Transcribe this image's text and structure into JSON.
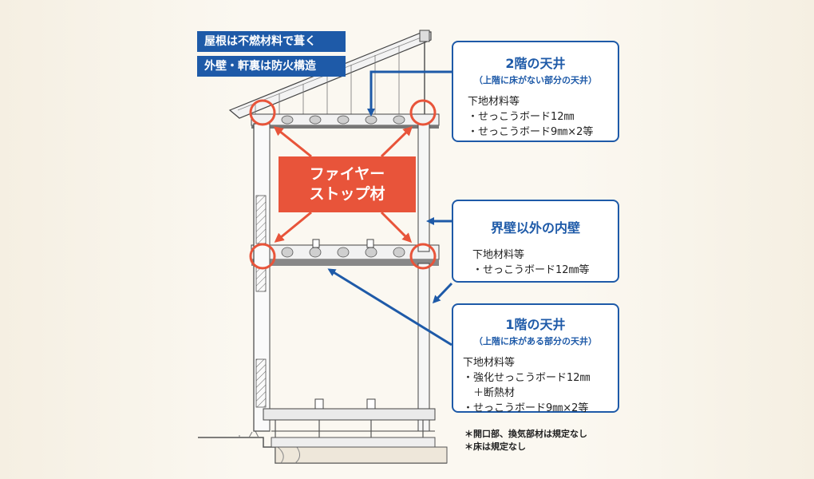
{
  "labels": {
    "roof": "屋根は不燃材料で葺く",
    "exterior": "外壁・軒裏は防火構造",
    "fire_stop": [
      "ファイヤー",
      "ストップ材"
    ]
  },
  "callouts": {
    "ceiling_2f": {
      "title": "2階の天井",
      "subtitle": "（上階に床がない部分の天井）",
      "lines": [
        "下地材料等",
        "・せっこうボード12㎜",
        "・せっこうボード9㎜×2等"
      ]
    },
    "inner_wall": {
      "title": "界壁以外の内壁",
      "lines": [
        "下地材料等",
        "・せっこうボード12㎜等"
      ]
    },
    "ceiling_1f": {
      "title": "1階の天井",
      "subtitle": "（上階に床がある部分の天井）",
      "lines": [
        "下地材料等",
        "・強化せっこうボード12㎜",
        "　＋断熱材",
        "・せっこうボード9㎜×2等"
      ]
    }
  },
  "notes": [
    "＊開口部、換気部材は規定なし",
    "＊床は規定なし"
  ],
  "colors": {
    "blue": "#1e5aa8",
    "orange": "#e8543a",
    "line": "#444444"
  }
}
